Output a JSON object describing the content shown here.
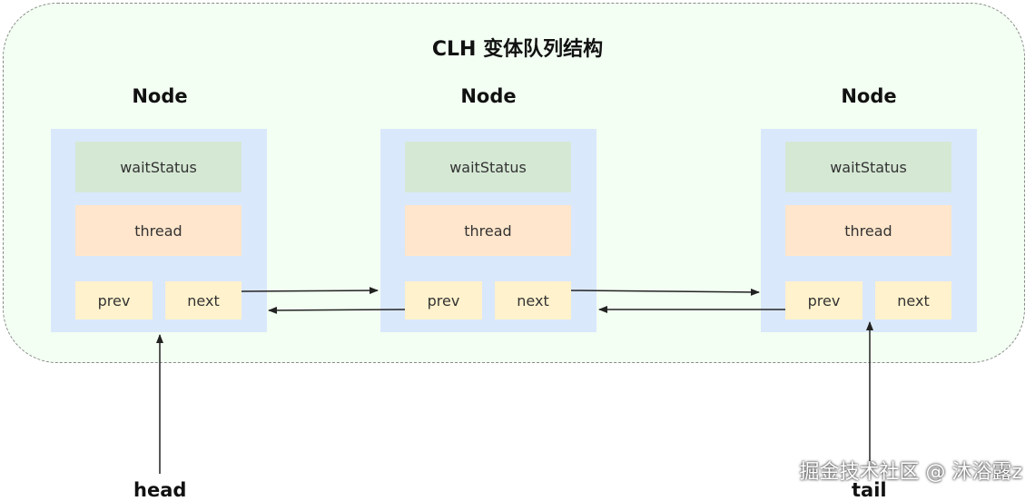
{
  "title": "CLH 变体队列结构",
  "nodes": [
    {
      "label": "Node",
      "fields": {
        "wait_status": "waitStatus",
        "thread": "thread",
        "prev": "prev",
        "next": "next"
      }
    },
    {
      "label": "Node",
      "fields": {
        "wait_status": "waitStatus",
        "thread": "thread",
        "prev": "prev",
        "next": "next"
      }
    },
    {
      "label": "Node",
      "fields": {
        "wait_status": "waitStatus",
        "thread": "thread",
        "prev": "prev",
        "next": "next"
      }
    }
  ],
  "pointers": {
    "head": "head",
    "tail": "tail"
  },
  "watermark": "掘金技术社区 @ 沐浴露z",
  "colors": {
    "container_bg": "#f3fff3",
    "node_bg": "#dae8fc",
    "wait_status_bg": "#d5e8d4",
    "thread_bg": "#ffe6cc",
    "pointer_field_bg": "#fff2cc"
  }
}
